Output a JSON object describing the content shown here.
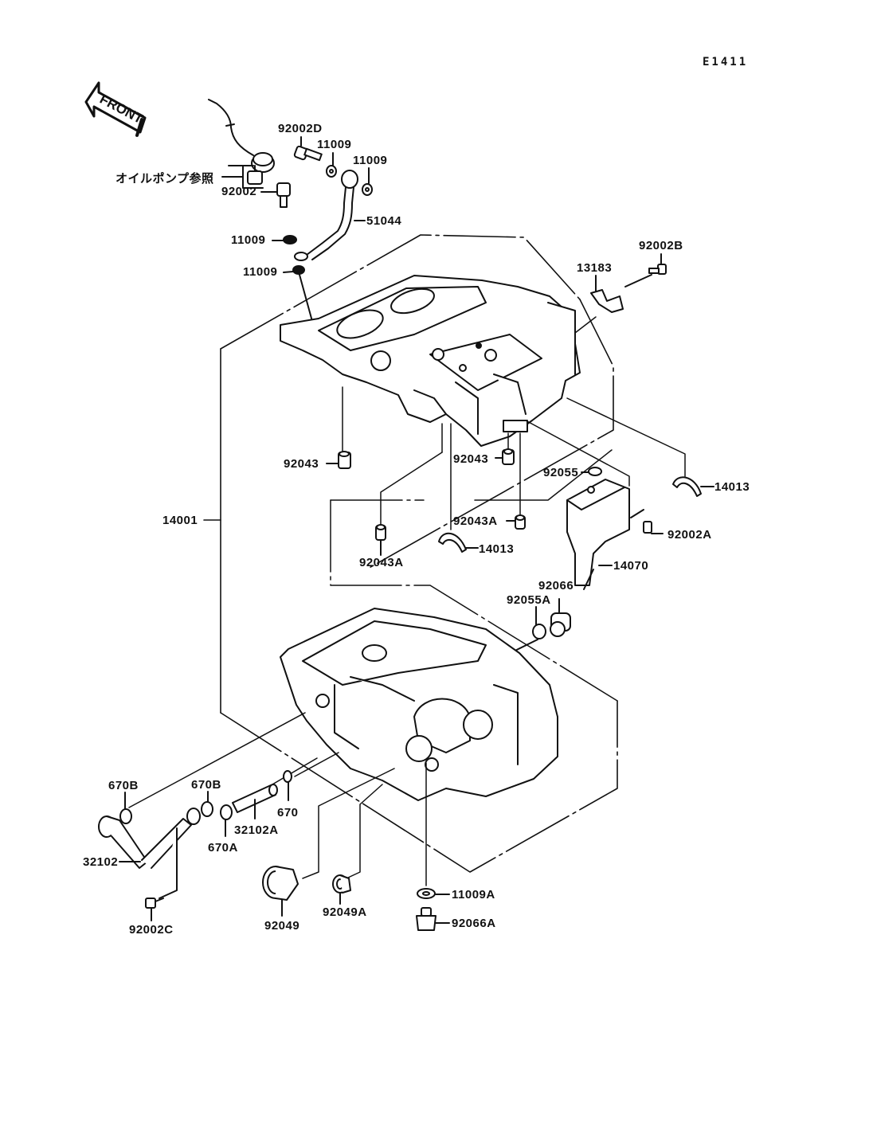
{
  "diagram": {
    "code": "E1411",
    "direction_indicator": "FRONT",
    "reference_note": "オイルポンプ参照",
    "assemblies": [
      {
        "name": "upper-crankcase",
        "part": "14001"
      },
      {
        "name": "lower-crankcase",
        "part": "14001"
      }
    ],
    "labels": [
      {
        "id": "l-92002D",
        "text": "92002D"
      },
      {
        "id": "l-11009-a",
        "text": "11009"
      },
      {
        "id": "l-11009-b",
        "text": "11009"
      },
      {
        "id": "l-92002",
        "text": "92002"
      },
      {
        "id": "l-51044",
        "text": "51044"
      },
      {
        "id": "l-11009-c",
        "text": "11009"
      },
      {
        "id": "l-11009-d",
        "text": "11009"
      },
      {
        "id": "l-92002B",
        "text": "92002B"
      },
      {
        "id": "l-13183",
        "text": "13183"
      },
      {
        "id": "l-92043-a",
        "text": "92043"
      },
      {
        "id": "l-92043-b",
        "text": "92043"
      },
      {
        "id": "l-92055",
        "text": "92055"
      },
      {
        "id": "l-14013-a",
        "text": "14013"
      },
      {
        "id": "l-14001",
        "text": "14001"
      },
      {
        "id": "l-92043A-a",
        "text": "92043A"
      },
      {
        "id": "l-14013-b",
        "text": "14013"
      },
      {
        "id": "l-92043A-b",
        "text": "92043A"
      },
      {
        "id": "l-92002A",
        "text": "92002A"
      },
      {
        "id": "l-14070",
        "text": "14070"
      },
      {
        "id": "l-92066",
        "text": "92066"
      },
      {
        "id": "l-92055A",
        "text": "92055A"
      },
      {
        "id": "l-670B-a",
        "text": "670B"
      },
      {
        "id": "l-670B-b",
        "text": "670B"
      },
      {
        "id": "l-670",
        "text": "670"
      },
      {
        "id": "l-32102A",
        "text": "32102A"
      },
      {
        "id": "l-670A",
        "text": "670A"
      },
      {
        "id": "l-32102",
        "text": "32102"
      },
      {
        "id": "l-11009A",
        "text": "11009A"
      },
      {
        "id": "l-92066A",
        "text": "92066A"
      },
      {
        "id": "l-92049",
        "text": "92049"
      },
      {
        "id": "l-92049A",
        "text": "92049A"
      },
      {
        "id": "l-92002C",
        "text": "92002C"
      }
    ]
  }
}
